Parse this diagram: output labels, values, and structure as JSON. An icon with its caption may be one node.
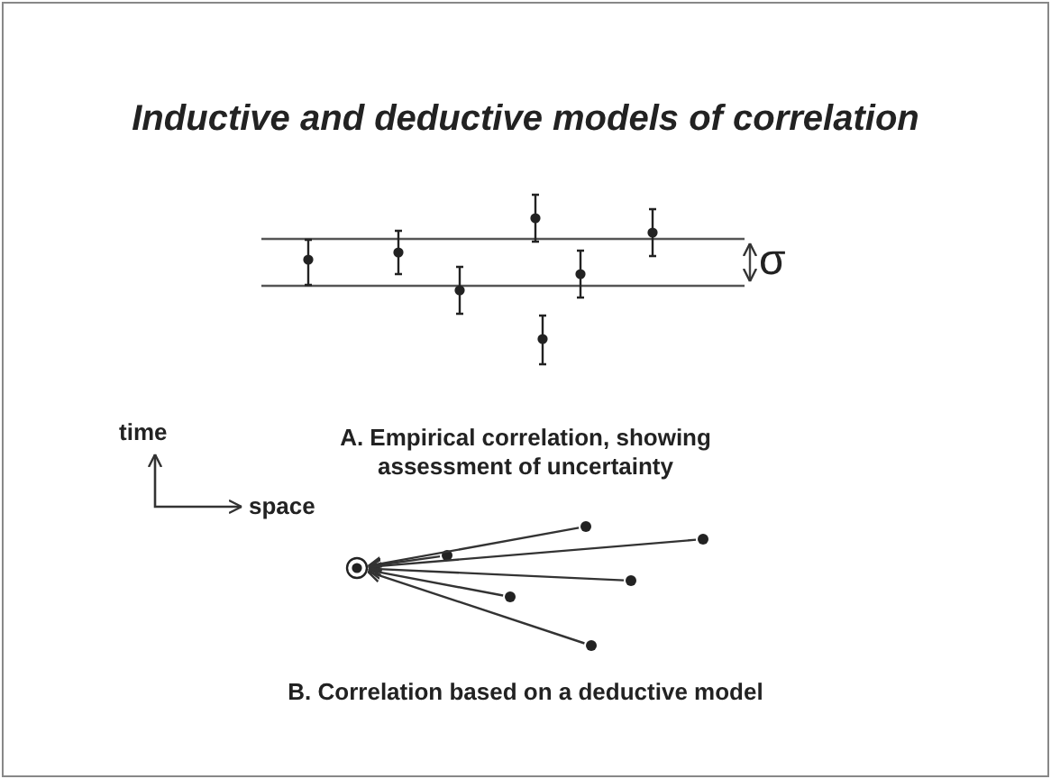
{
  "diagram": {
    "title": "Inductive and deductive models of correlation",
    "nodes": [
      {
        "text": [],
        "shape": "circle"
      },
      {
        "text": [],
        "shape": "circle"
      },
      {
        "text": [],
        "shape": "circle"
      },
      {
        "text": [],
        "shape": "circle"
      },
      {
        "text": [],
        "shape": "circle"
      },
      {
        "text": [],
        "shape": "circle"
      },
      {
        "text": [],
        "shape": "circle"
      }
    ],
    "edges": [
      {
        "from": 1,
        "to": 0,
        "arrow": "to"
      },
      {
        "from": 2,
        "to": 0,
        "arrow": "to"
      },
      {
        "from": 3,
        "to": 0,
        "arrow": "to"
      },
      {
        "from": 4,
        "to": 0,
        "arrow": "to"
      },
      {
        "from": 5,
        "to": 0,
        "arrow": "to"
      },
      {
        "from": 6,
        "to": 0,
        "arrow": "to"
      }
    ],
    "labels": [
      "σ",
      "A. Empirical correlation, showing assessment of uncertainty",
      "time",
      "space",
      "B. Correlation based on a deductive model"
    ]
  }
}
